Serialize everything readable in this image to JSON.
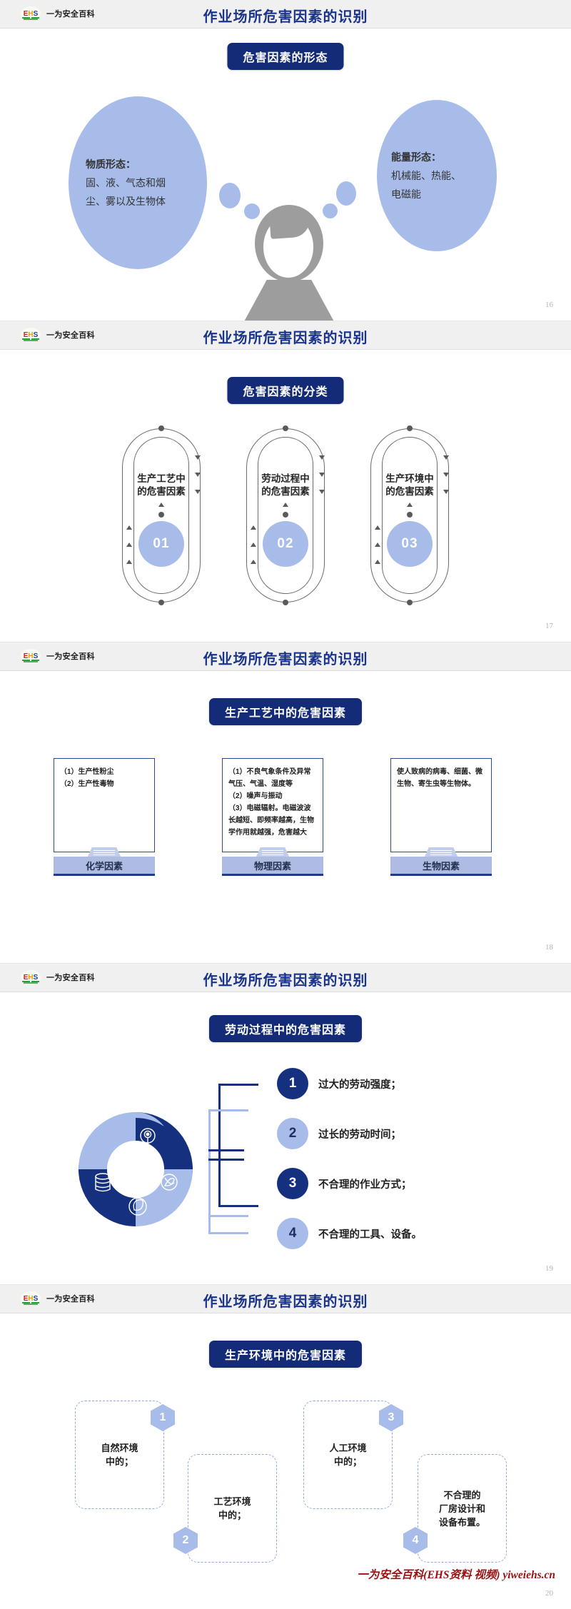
{
  "brand": {
    "logo_letters": [
      "E",
      "H",
      "S"
    ],
    "logo_name": "一为安全百科",
    "colors": {
      "title_navy": "#1a348c",
      "pill_navy": "#142c78",
      "accent_light_blue": "#a8bcea",
      "accent_dark_blue": "#14307e",
      "header_bg": "#f0f0f0",
      "watermark_red": "#9a1111"
    }
  },
  "deck_title": "作业场所危害因素的识别",
  "watermark": "一为安全百科(EHS资料 视频) yiweiehs.cn",
  "slides": [
    {
      "page": "16",
      "title": "作业场所危害因素的识别",
      "pill": "危害因素的形态",
      "bubble_left": {
        "head": "物质形态：",
        "lines": [
          "固、液、气态和烟",
          "尘、雾以及生物体"
        ]
      },
      "bubble_right": {
        "head": "能量形态：",
        "lines": [
          "机械能、热能、",
          "电磁能"
        ]
      },
      "figure": "thinking-person"
    },
    {
      "page": "17",
      "title": "作业场所危害因素的识别",
      "pill": "危害因素的分类",
      "groups": [
        {
          "number": "01",
          "label_line1": "生产工艺中",
          "label_line2": "的危害因素"
        },
        {
          "number": "02",
          "label_line1": "劳动过程中",
          "label_line2": "的危害因素"
        },
        {
          "number": "03",
          "label_line1": "生产环境中",
          "label_line2": "的危害因素"
        }
      ]
    },
    {
      "page": "18",
      "title": "作业场所危害因素的识别",
      "pill": "生产工艺中的危害因素",
      "cards": [
        {
          "body": "（1）生产性粉尘\n（2）生产性毒物",
          "footer": "化学因素"
        },
        {
          "body": "（1）不良气象条件及异常气压、气温、湿度等\n（2）噪声与振动\n（3）电磁辐射。电磁波波长越短、即频率越高，生物学作用就越强，危害越大",
          "footer": "物理因素"
        },
        {
          "body": "使人致病的病毒、细菌、微生物、寄生虫等生物体。",
          "footer": "生物因素"
        }
      ]
    },
    {
      "page": "19",
      "title": "作业场所危害因素的识别",
      "pill": "劳动过程中的危害因素",
      "items": [
        {
          "num": "1",
          "text": "过大的劳动强度；",
          "style": "dark"
        },
        {
          "num": "2",
          "text": "过长的劳动时间；",
          "style": "light"
        },
        {
          "num": "3",
          "text": "不合理的作业方式；",
          "style": "dark"
        },
        {
          "num": "4",
          "text": "不合理的工具、设备。",
          "style": "light"
        }
      ],
      "figure": "pinwheel-donut"
    },
    {
      "page": "20",
      "title": "作业场所危害因素的识别",
      "pill": "生产环境中的危害因素",
      "boxes": [
        {
          "num": "1",
          "line1": "自然环境",
          "line2": "中的；",
          "line3": ""
        },
        {
          "num": "2",
          "line1": "工艺环境",
          "line2": "中的；",
          "line3": ""
        },
        {
          "num": "3",
          "line1": "人工环境",
          "line2": "中的；",
          "line3": ""
        },
        {
          "num": "4",
          "line1": "不合理的",
          "line2": "厂房设计和",
          "line3": "设备布置。"
        }
      ],
      "watermark": "一为安全百科(EHS资料 视频) yiweiehs.cn"
    }
  ]
}
